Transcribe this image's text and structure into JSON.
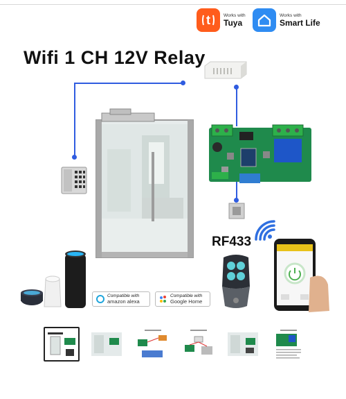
{
  "badges": [
    {
      "icon": "tuya-icon",
      "line1": "Works with",
      "line2": "Tuya",
      "color": "#ff5c1c"
    },
    {
      "icon": "smart-life-icon",
      "line1": "Works with",
      "line2": "Smart Life",
      "color": "#2f8cf2"
    }
  ],
  "title": "Wifi 1 CH 12V Relay",
  "rf_label": "RF433",
  "compat": [
    {
      "line1": "Compatible with",
      "line2": "amazon alexa",
      "icon": "alexa-icon"
    },
    {
      "line1": "Compatible with",
      "line2": "Google Home",
      "icon": "google-home-icon"
    }
  ],
  "thumbnails": [
    {
      "name": "thumbnail-1",
      "selected": true
    },
    {
      "name": "thumbnail-2",
      "selected": false
    },
    {
      "name": "thumbnail-3",
      "selected": false
    },
    {
      "name": "thumbnail-4",
      "selected": false
    },
    {
      "name": "thumbnail-5",
      "selected": false
    },
    {
      "name": "thumbnail-6",
      "selected": false
    }
  ],
  "colors": {
    "wire": "#2f5ce0",
    "pcb": "#1f8a4c",
    "terminal": "#2db04a",
    "relay": "#1e56c8",
    "phone_accent": "#e8c21a"
  }
}
